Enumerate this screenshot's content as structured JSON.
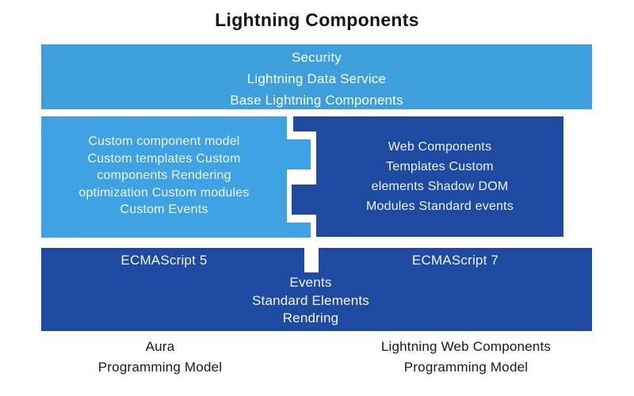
{
  "title": "Lightning Components",
  "colors": {
    "top_bar_blue": "#3d9fdb",
    "light_blue": "#3fa2e2",
    "dark_blue": "#1e4ba1",
    "text_light": "#ffffff",
    "text_dark": "#1a1a1a"
  },
  "top_bar": {
    "text": "Security\nLightning Data Service\nBase Lightning Components"
  },
  "middle_row": {
    "aura_box": {
      "text": "Custom component model\nCustom templates Custom\ncomponents Rendering\noptimization Custom modules\nCustom Events"
    },
    "lwc_box": {
      "text": "Web Components\nTemplates Custom\nelements Shadow DOM\nModules Standard events"
    }
  },
  "bottom_bar": {
    "left_label": "ECMAScript 5",
    "right_label": "ECMAScript 7",
    "center_text": "Events\nStandard Elements\nRendring"
  },
  "footers": {
    "left": "Aura\nProgramming Model",
    "right": "Lightning Web Components\nProgramming Model"
  }
}
